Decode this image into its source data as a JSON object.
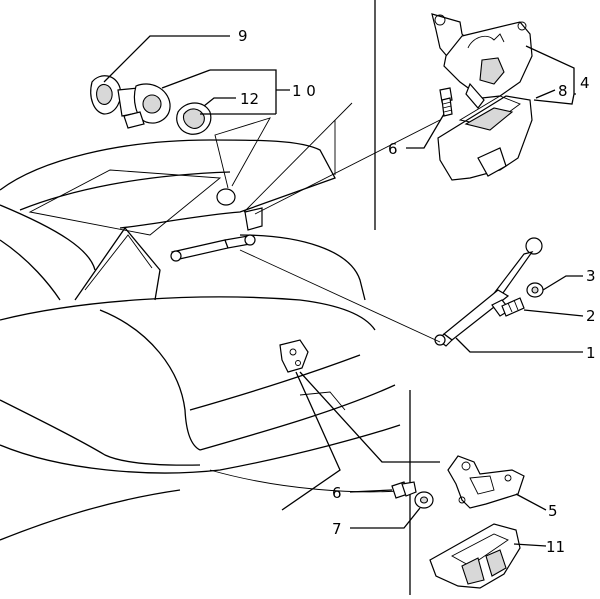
{
  "diagram": {
    "callouts": [
      {
        "id": "c1",
        "label": "1"
      },
      {
        "id": "c2",
        "label": "2"
      },
      {
        "id": "c3",
        "label": "3"
      },
      {
        "id": "c4",
        "label": "4"
      },
      {
        "id": "c5",
        "label": "5"
      },
      {
        "id": "c6a",
        "label": "6"
      },
      {
        "id": "c6b",
        "label": "6"
      },
      {
        "id": "c7",
        "label": "7"
      },
      {
        "id": "c8",
        "label": "8"
      },
      {
        "id": "c9",
        "label": "9"
      },
      {
        "id": "c10",
        "label": "1 0"
      },
      {
        "id": "c11",
        "label": "11"
      },
      {
        "id": "c12",
        "label": "12"
      }
    ]
  }
}
